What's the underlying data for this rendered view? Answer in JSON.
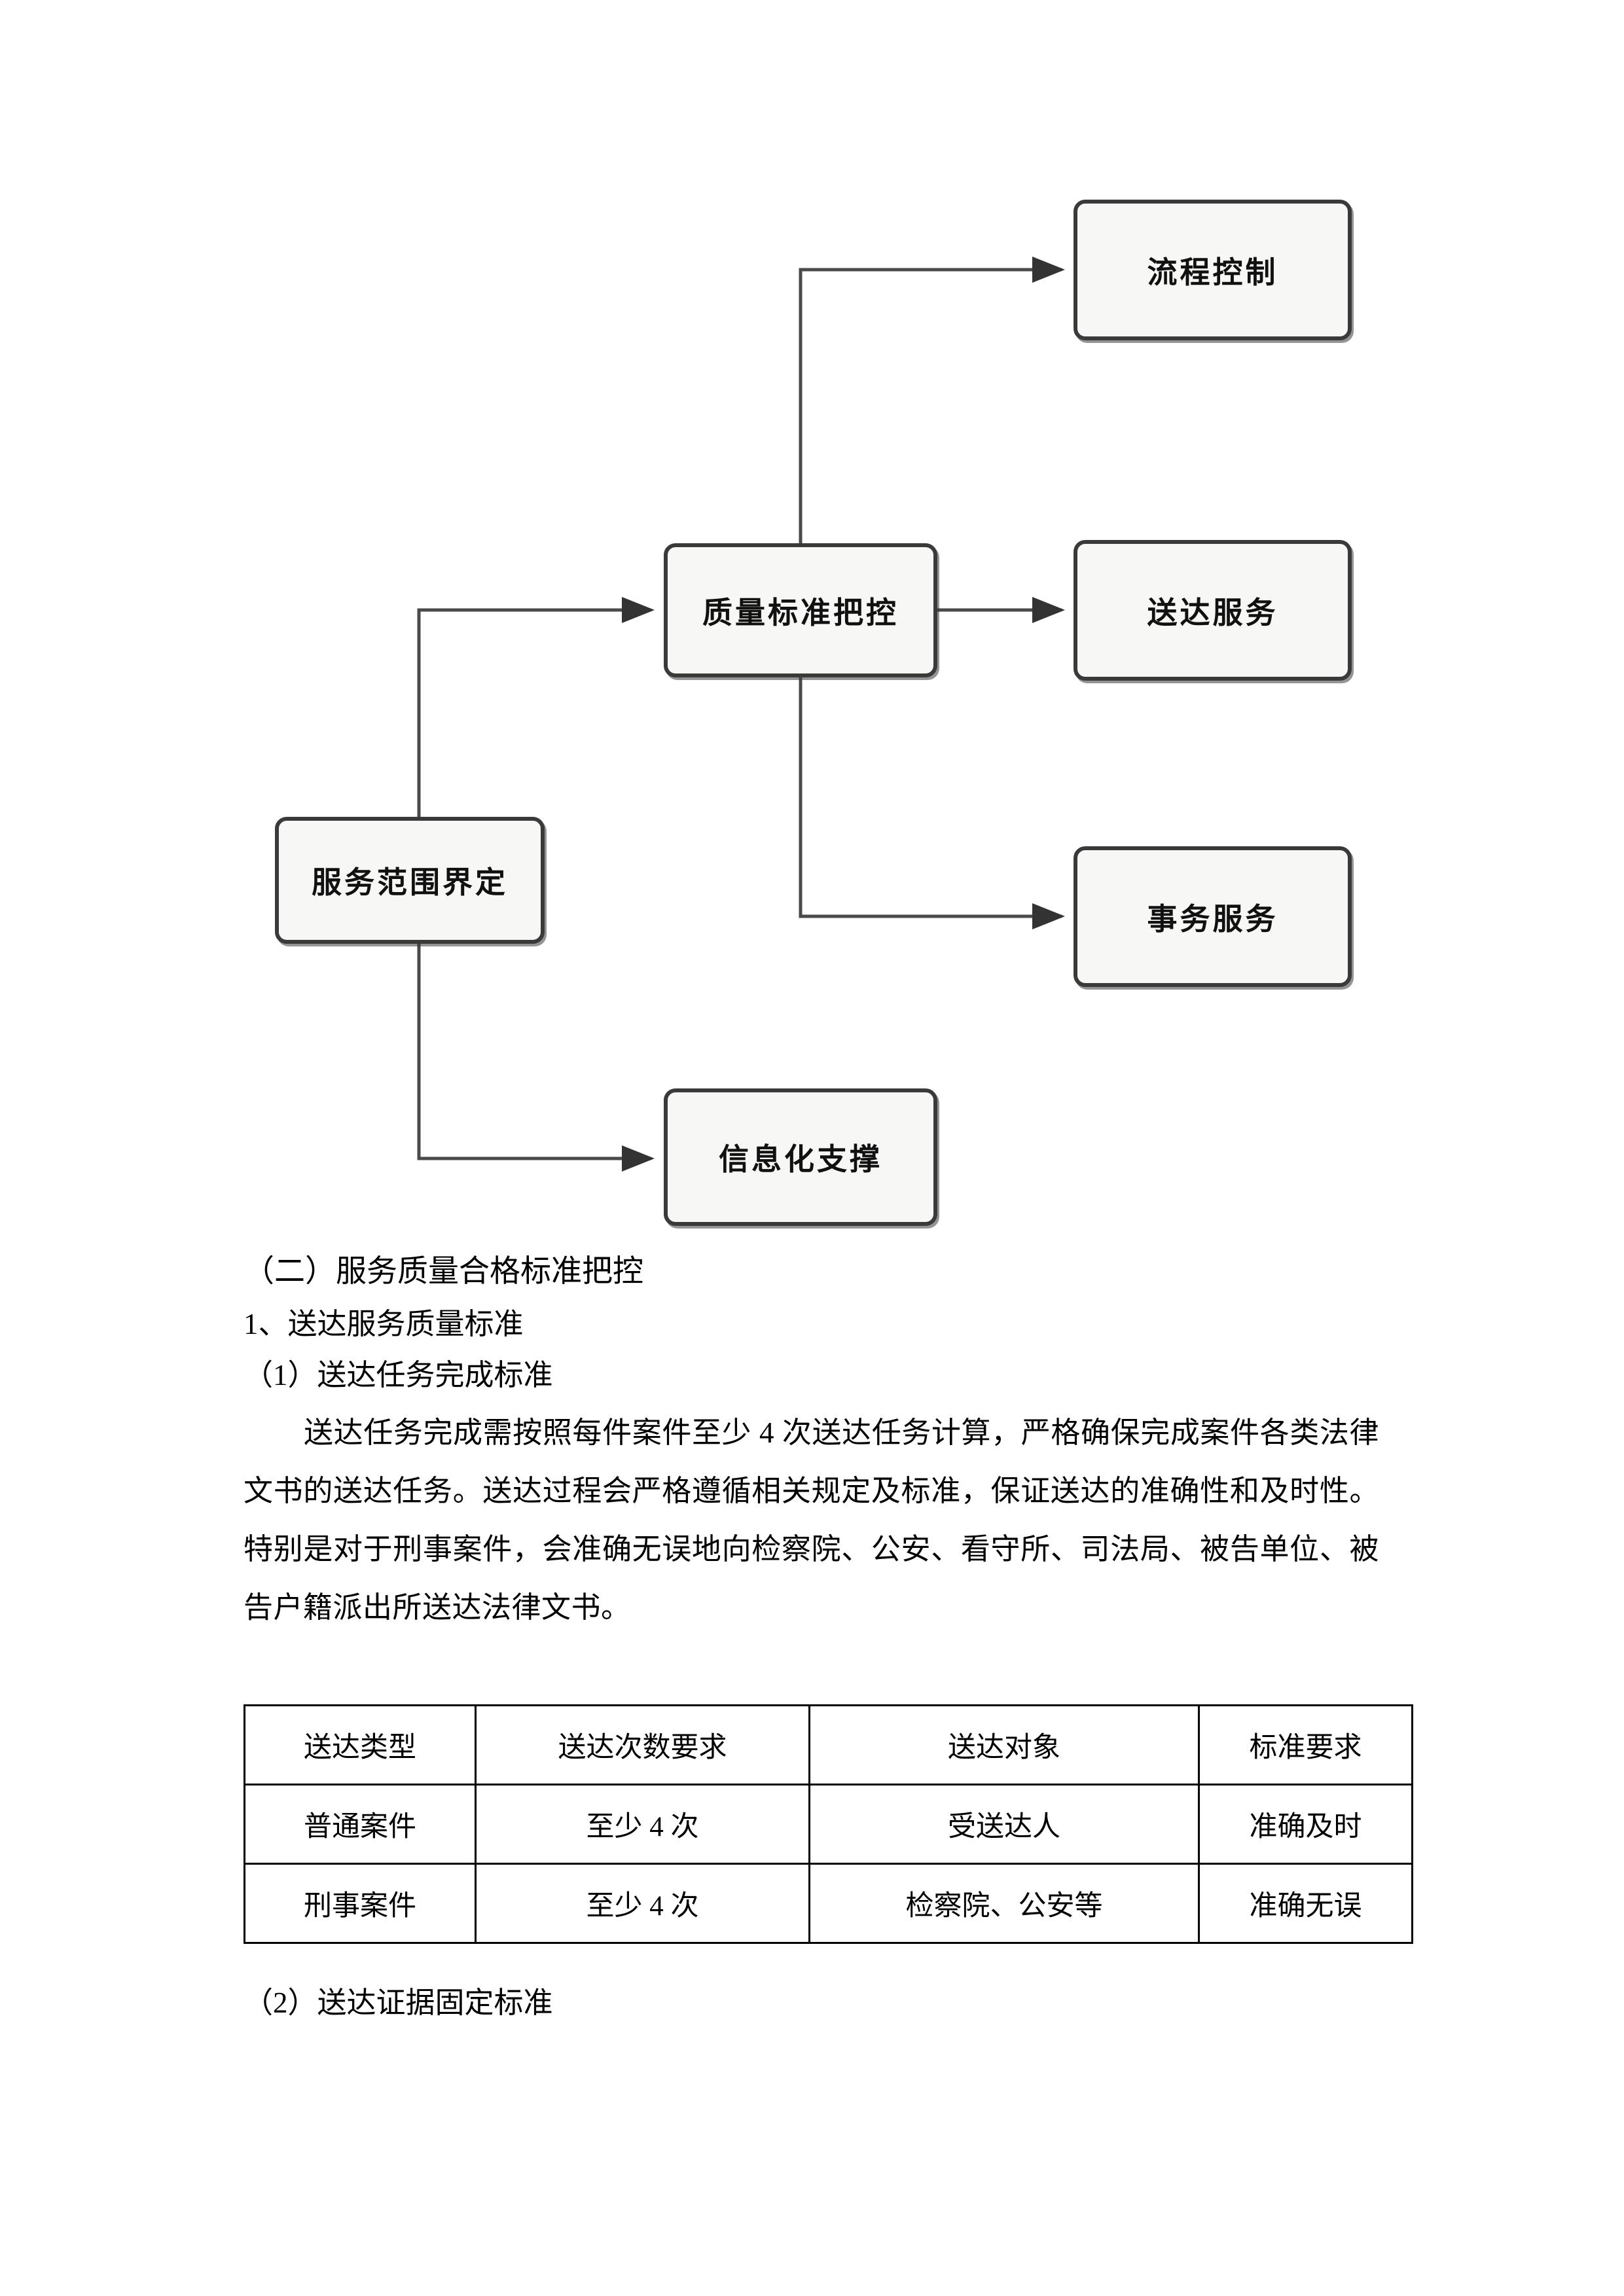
{
  "flowchart": {
    "nodes": [
      {
        "id": "process-control",
        "label": "流程控制"
      },
      {
        "id": "quality-standard",
        "label": "质量标准把控"
      },
      {
        "id": "delivery-service",
        "label": "送达服务"
      },
      {
        "id": "scope-definition",
        "label": "服务范围界定"
      },
      {
        "id": "affairs-service",
        "label": "事务服务"
      },
      {
        "id": "it-support",
        "label": "信息化支撑"
      }
    ],
    "edges": [
      {
        "from": "scope-definition",
        "to": "quality-standard"
      },
      {
        "from": "scope-definition",
        "to": "it-support"
      },
      {
        "from": "quality-standard",
        "to": "process-control"
      },
      {
        "from": "quality-standard",
        "to": "delivery-service"
      },
      {
        "from": "quality-standard",
        "to": "affairs-service"
      }
    ],
    "colors": {
      "node_border": "#3a3a3a",
      "node_fill": "#f7f7f5",
      "connector": "#4a4a4a"
    }
  },
  "document": {
    "heading_section": "（二）服务质量合格标准把控",
    "heading_item": "1、送达服务质量标准",
    "heading_sub": "（1）送达任务完成标准",
    "paragraph": "送达任务完成需按照每件案件至少 4 次送达任务计算，严格确保完成案件各类法律文书的送达任务。送达过程会严格遵循相关规定及标准，保证送达的准确性和及时性。特别是对于刑事案件，会准确无误地向检察院、公安、看守所、司法局、被告单位、被告户籍派出所送达法律文书。",
    "heading_next": "（2）送达证据固定标准"
  },
  "table": {
    "headers": [
      "送达类型",
      "送达次数要求",
      "送达对象",
      "标准要求"
    ],
    "rows": [
      [
        "普通案件",
        "至少 4 次",
        "受送达人",
        "准确及时"
      ],
      [
        "刑事案件",
        "至少 4 次",
        "检察院、公安等",
        "准确无误"
      ]
    ]
  }
}
